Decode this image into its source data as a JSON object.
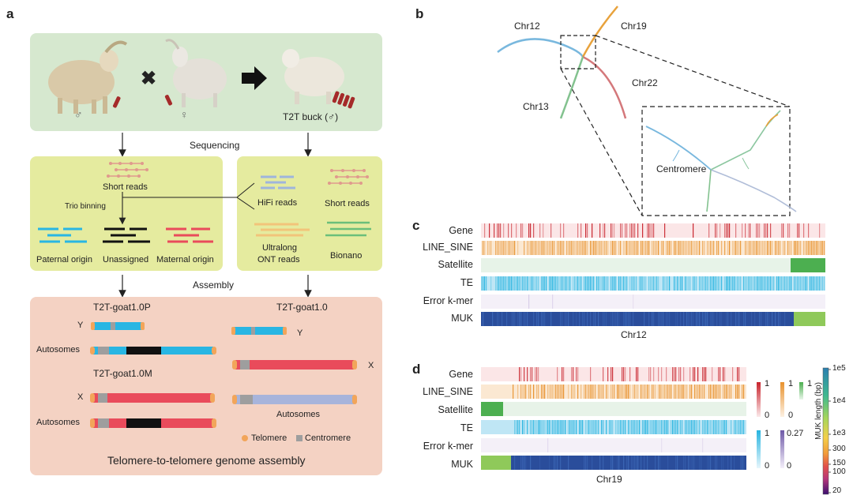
{
  "panel_a": {
    "letter": "a",
    "male_symbol": "♂",
    "female_symbol": "♀",
    "buck_label": "T2T buck (♂)",
    "sequencing_label": "Sequencing",
    "short_reads_left": "Short reads",
    "trio_binning": "Trio binning",
    "paternal_origin": "Paternal origin",
    "unassigned": "Unassigned",
    "maternal_origin": "Maternal origin",
    "hifi_reads": "HiFi reads",
    "short_reads_right": "Short reads",
    "ultralong_line1": "Ultralong",
    "ultralong_line2": "ONT reads",
    "bionano": "Bionano",
    "assembly_label": "Assembly",
    "asm_p_title": "T2T-goat1.0P",
    "asm_m_title": "T2T-goat1.0M",
    "asm_title": "T2T-goat1.0",
    "y_label": "Y",
    "x_label": "X",
    "autosomes_label": "Autosomes",
    "y_label_right": "Y",
    "x_label_right": "X",
    "autosomes_label_right": "Autosomes",
    "telomere_label": "Telomere",
    "centromere_label": "Centromere",
    "footer": "Telomere-to-telomere genome assembly"
  },
  "panel_b": {
    "letter": "b",
    "chr12": "Chr12",
    "chr19": "Chr19",
    "chr22": "Chr22",
    "chr13": "Chr13",
    "centromere": "Centromere"
  },
  "panel_c": {
    "letter": "c",
    "tracks": [
      "Gene",
      "LINE_SINE",
      "Satellite",
      "TE",
      "Error k-mer",
      "MUK"
    ],
    "chrom": "Chr12"
  },
  "panel_d": {
    "letter": "d",
    "tracks": [
      "Gene",
      "LINE_SINE",
      "Satellite",
      "TE",
      "Error k-mer",
      "MUK"
    ],
    "chrom": "Chr19",
    "legend_gene_max": "1",
    "legend_gene_min": "0",
    "legend_line_max": "1",
    "legend_line_min": "0",
    "legend_sat_max": "1",
    "legend_te_max": "1",
    "legend_te_min": "0",
    "legend_err_max": "0.27",
    "legend_err_min": "0",
    "muk_ticks": [
      "1e5",
      "1e4",
      "1e3",
      "300",
      "150",
      "100",
      "20"
    ],
    "muk_axis": "MUK length (bp)"
  },
  "colors": {
    "green_box": "#d6e8cf",
    "yellow_box": "#e5eb9f",
    "salmon_box": "#f4d2c3",
    "gene": "#c8232c",
    "line_sine": "#e8922e",
    "satellite": "#4caf50",
    "te": "#27b4e0",
    "muk": "#2a4d9b",
    "paternal": "#29b6e3",
    "maternal": "#e94b5b",
    "telomere": "#f2a55a",
    "centromere": "#9e9e9e"
  }
}
